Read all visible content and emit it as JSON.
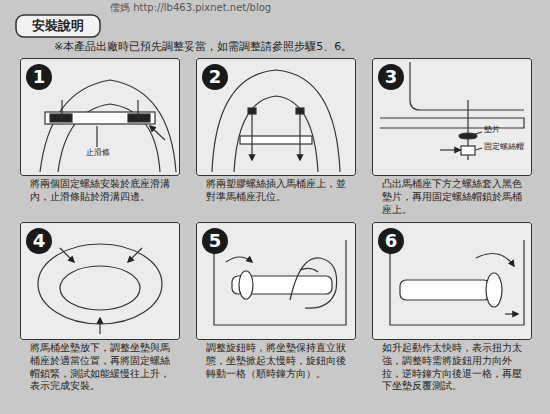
{
  "diagram": {
    "title": "安裝說明",
    "nodes": [
      {
        "text": [
          "1",
          "將兩個固定螺絲安裝於底座滑溝內，止滑條貼於滑溝四邊。"
        ]
      },
      {
        "text": [
          "2",
          "將兩塑膠螺絲插入馬桶座上，並對準馬桶座孔位。"
        ]
      },
      {
        "text": [
          "3",
          "凸出馬桶座下方之螺絲套入黑色墊片，再用固定螺絲帽鎖於馬桶座上。"
        ]
      },
      {
        "text": [
          "4",
          "將馬桶坐墊放下，調整坐墊與馬桶座於適當位置，再將固定螺絲帽鎖緊，測試如能緩慢往上升，表示完成安裝。"
        ]
      },
      {
        "text": [
          "5",
          "調整旋鈕時，將坐墊保持直立狀態，坐墊掀起太慢時，旋鈕向後轉動一格（順時鐘方向）。"
        ]
      },
      {
        "text": [
          "6",
          "如升起動作太快時，表示扭力太強，調整時需將旋鈕用力向外拉，逆時鐘方向後退一格，再壓下坐墊反覆測試。"
        ]
      }
    ],
    "labels": [
      "儒媽 http://lb463.pixnet.net/blog",
      "※本產品出廠時已預先調整妥當，如需調整請參照步驟5、6。",
      "止滑條",
      "墊片",
      "固定螺絲帽"
    ]
  }
}
